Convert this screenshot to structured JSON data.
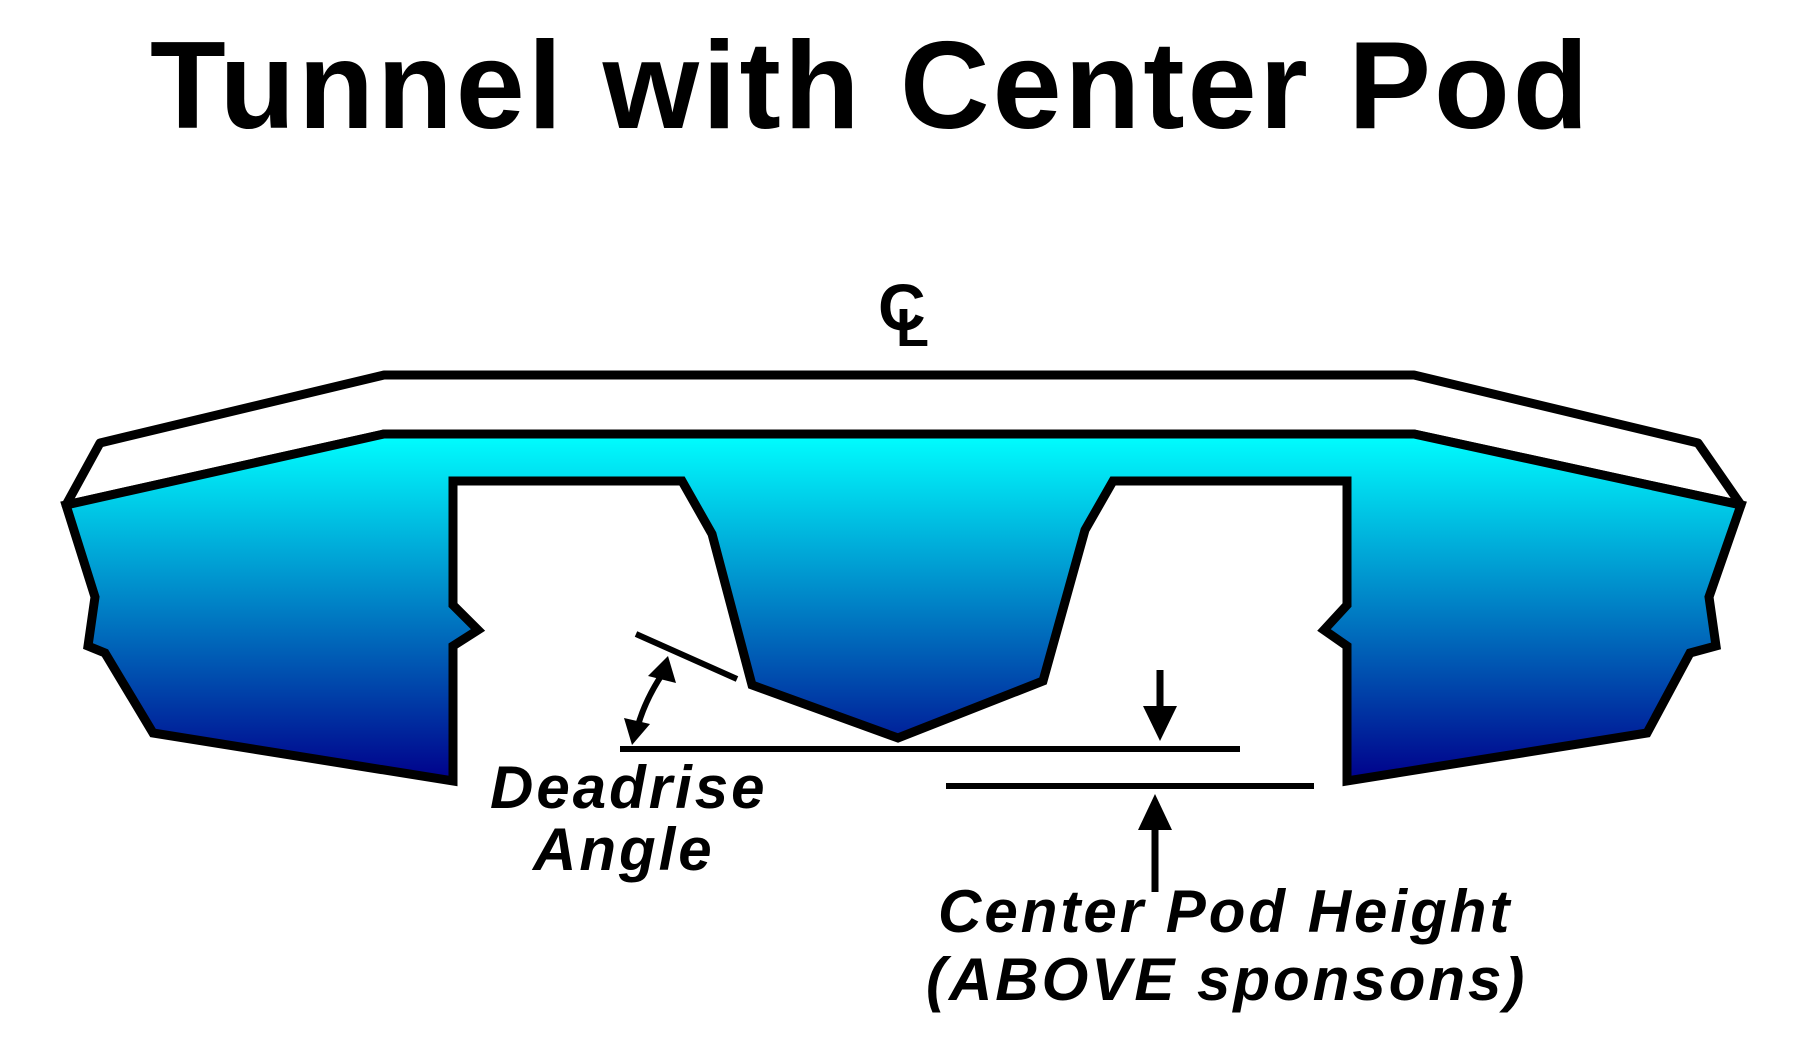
{
  "title": "Tunnel with Center Pod",
  "centerline_symbol": {
    "letters": [
      "C",
      "L"
    ],
    "icon": "centerline-icon"
  },
  "labels": {
    "deadrise_line1": "Deadrise",
    "deadrise_line2": "Angle",
    "pod_height_line1": "Center Pod Height",
    "pod_height_line2": "(ABOVE sponsons)"
  },
  "colors": {
    "hull_gradient_top": "#00ffff",
    "hull_gradient_bottom": "#00008b",
    "outline": "#000000",
    "deck": "#ffffff",
    "background": "#ffffff"
  }
}
